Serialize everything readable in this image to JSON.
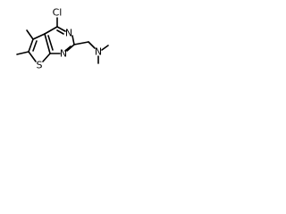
{
  "molecule": {
    "atoms": {
      "cl": "Cl",
      "n_top": "N",
      "n_bottom": "N",
      "s": "S",
      "n_amine": "N"
    }
  }
}
